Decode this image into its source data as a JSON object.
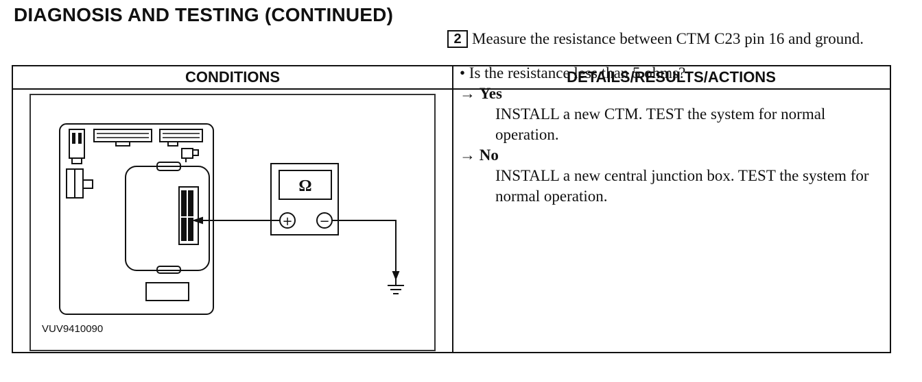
{
  "page": {
    "title": "DIAGNOSIS AND TESTING (CONTINUED)"
  },
  "table": {
    "headers": {
      "conditions": "CONDITIONS",
      "details": "DETAILS/RESULTS/ACTIONS"
    }
  },
  "figure": {
    "id": "VUV9410090",
    "meter_symbol": "Ω",
    "plus_symbol": "+",
    "minus_symbol": "−",
    "icons": [
      "ohmmeter-icon",
      "ground-symbol-icon",
      "junction-box-icon",
      "connector-icon"
    ]
  },
  "step": {
    "number": "2",
    "instruction": "Measure the resistance between CTM C23 pin 16 and ground.",
    "question": "• Is the resistance less than 5 ohms?",
    "answers": [
      {
        "arrow": "→",
        "label": "Yes",
        "action": "INSTALL a new CTM. TEST the system for normal operation."
      },
      {
        "arrow": "→",
        "label": "No",
        "action": "INSTALL a new central junction box. TEST the system for normal operation."
      }
    ]
  }
}
